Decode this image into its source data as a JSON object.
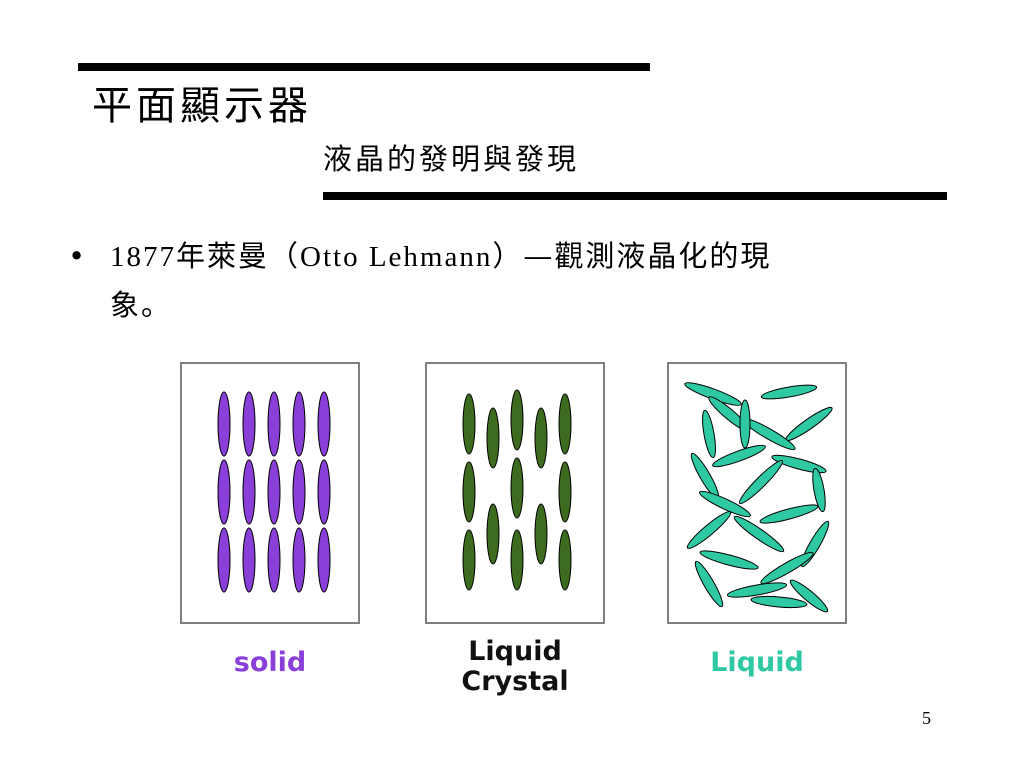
{
  "slide": {
    "title": "平面顯示器",
    "subtitle": "液晶的發明與發現",
    "bullet": {
      "marker": "•",
      "text_year": "1877",
      "text_a": "年萊曼（",
      "text_name": "Otto Lehmann",
      "text_b": "）—觀測液晶化的現",
      "text_c": "象。"
    },
    "page_number": "5"
  },
  "figure": {
    "panels": [
      {
        "id": "solid",
        "label": "solid",
        "color": "#8a3fd9"
      },
      {
        "id": "liquid-crystal",
        "label_line1": "Liquid",
        "label_line2": "Crystal",
        "color": "#3d6b1f"
      },
      {
        "id": "liquid",
        "label": "Liquid",
        "color": "#2ec9a2"
      }
    ]
  }
}
